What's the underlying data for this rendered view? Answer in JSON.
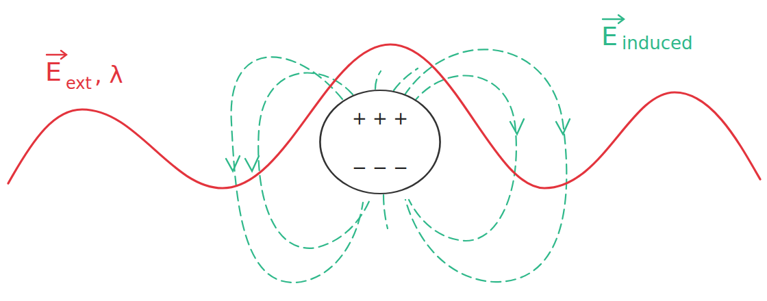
{
  "diagram": {
    "nodes": [
      {
        "text": [
          "+ + +",
          "− − −"
        ]
      }
    ],
    "labels": [
      "E",
      "ext",
      ", λ",
      "E",
      "induced"
    ]
  }
}
